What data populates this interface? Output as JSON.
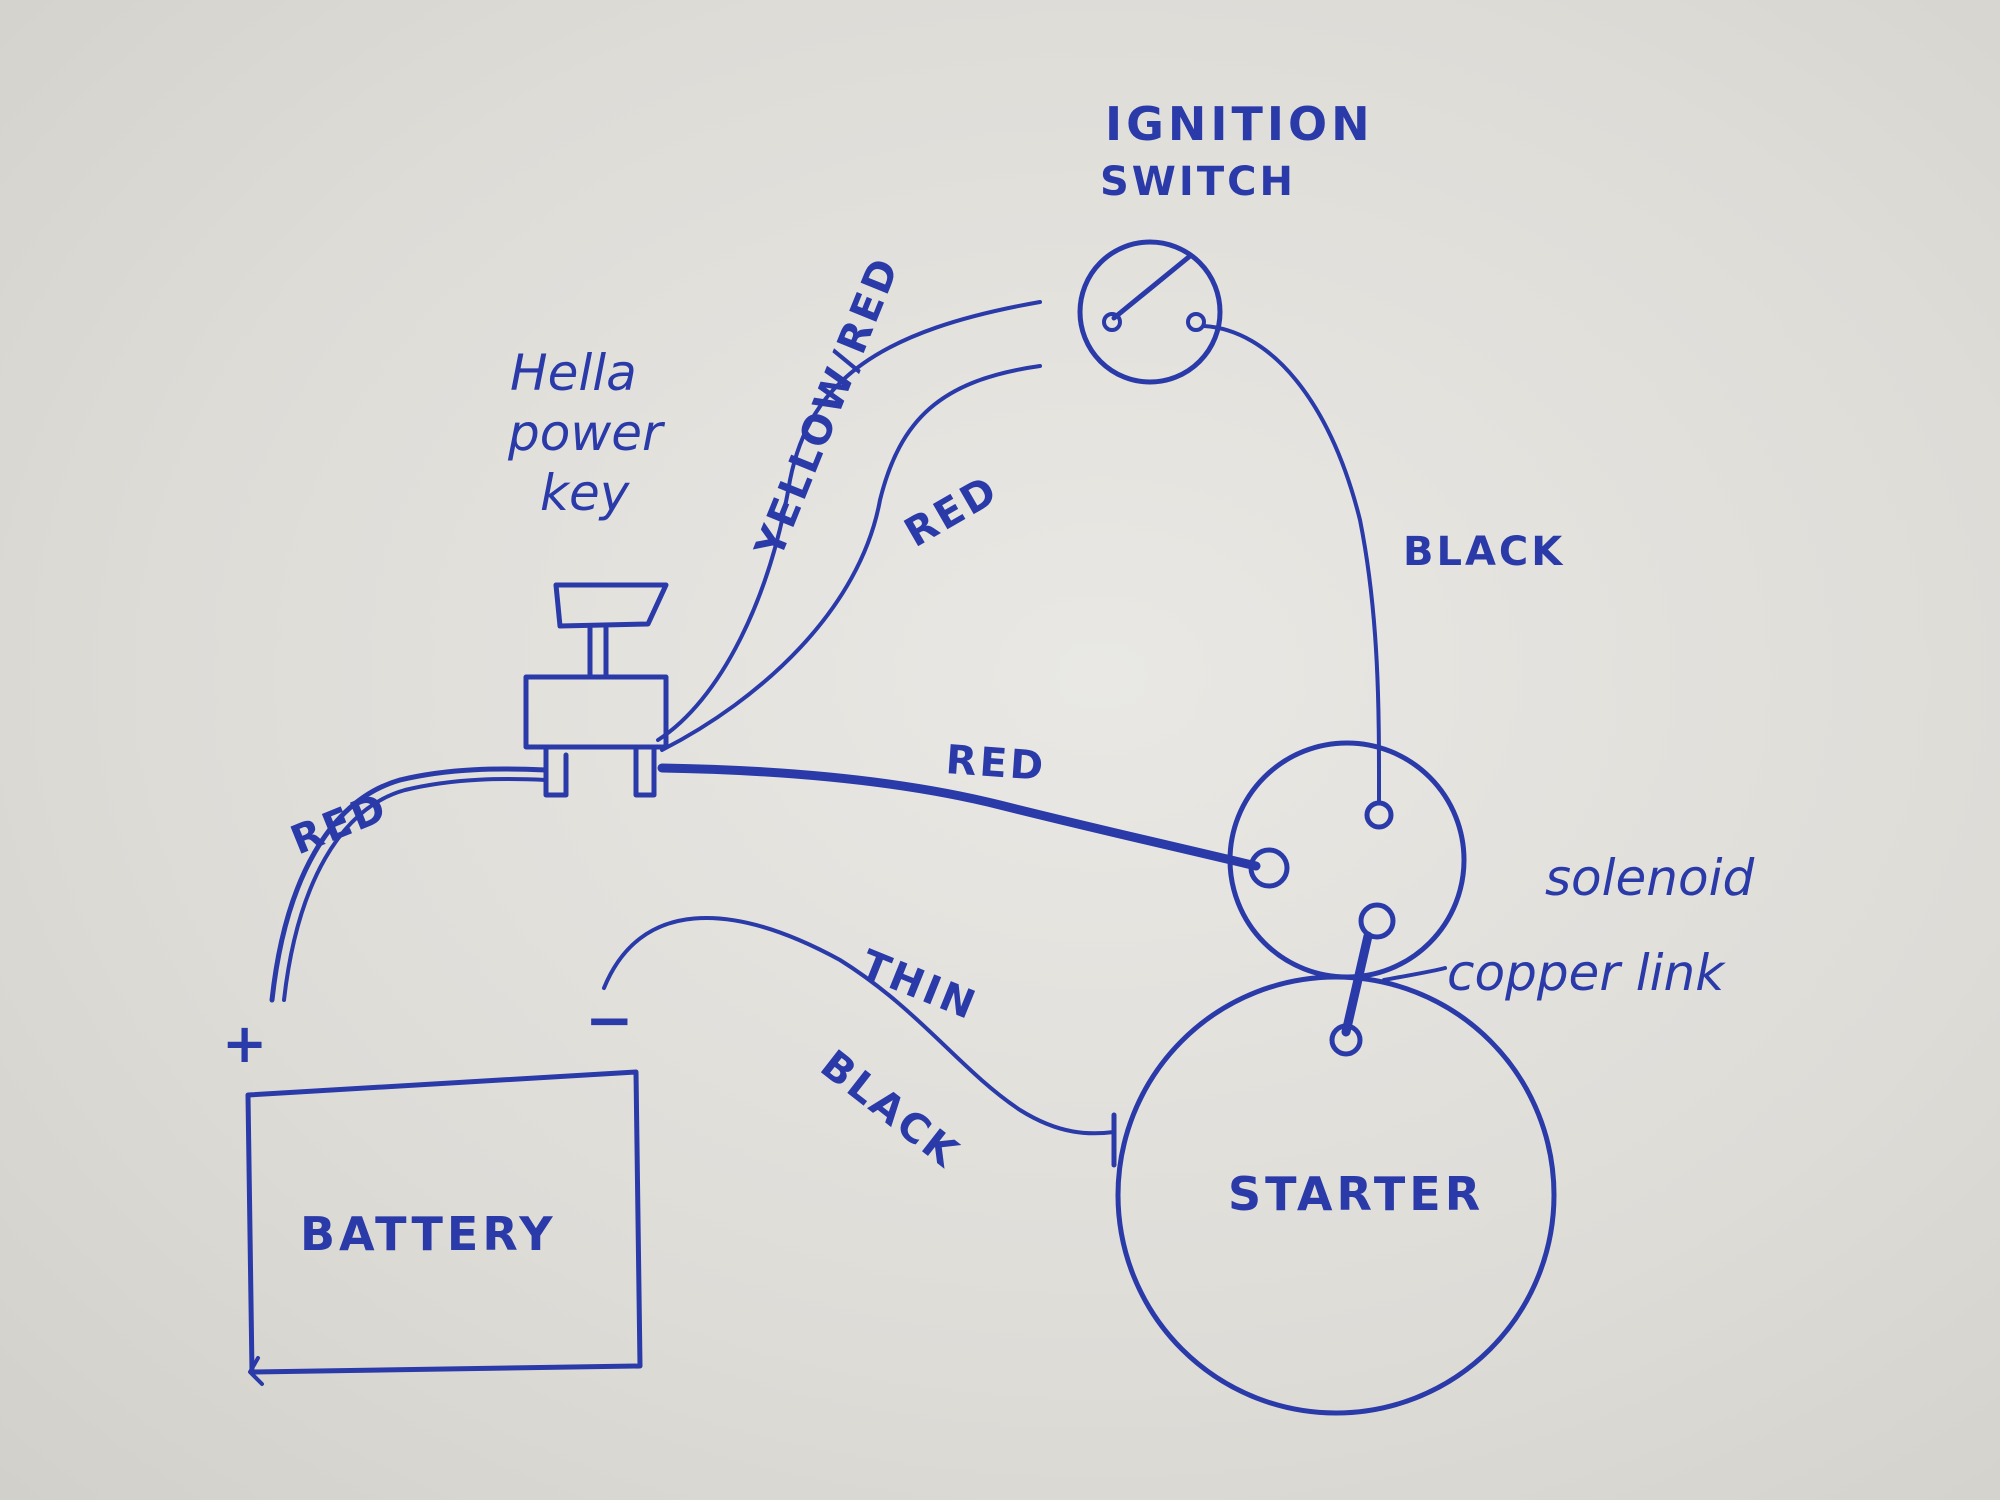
{
  "diagram": {
    "type": "hand-drawn wiring diagram",
    "ink_color": "#2a3aa8",
    "paper_color": "#e4e3df",
    "components": {
      "ignition_switch": {
        "label_line1": "IGNITION",
        "label_line2": "SWITCH"
      },
      "power_key": {
        "label_line1": "Hella",
        "label_line2": "power",
        "label_line3": "key"
      },
      "solenoid": {
        "label": "solenoid"
      },
      "copper_link": {
        "label": "copper link"
      },
      "starter": {
        "label": "STARTER"
      },
      "battery": {
        "label": "BATTERY",
        "positive": "+",
        "negative": "−"
      }
    },
    "wires": [
      {
        "id": "battery-to-powerkey",
        "label": "RED",
        "from": "battery +",
        "to": "power key"
      },
      {
        "id": "powerkey-to-ignition-a",
        "label": "YELLOW/RED",
        "from": "power key",
        "to": "ignition switch"
      },
      {
        "id": "powerkey-to-ignition-b",
        "label": "RED",
        "from": "power key",
        "to": "ignition switch"
      },
      {
        "id": "powerkey-to-solenoid",
        "label": "RED",
        "from": "power key",
        "to": "solenoid"
      },
      {
        "id": "ignition-to-solenoid",
        "label": "BLACK",
        "from": "ignition switch",
        "to": "solenoid"
      },
      {
        "id": "battery-to-starter",
        "label_line1": "THIN",
        "label_line2": "BLACK",
        "from": "battery −",
        "to": "starter"
      }
    ]
  }
}
